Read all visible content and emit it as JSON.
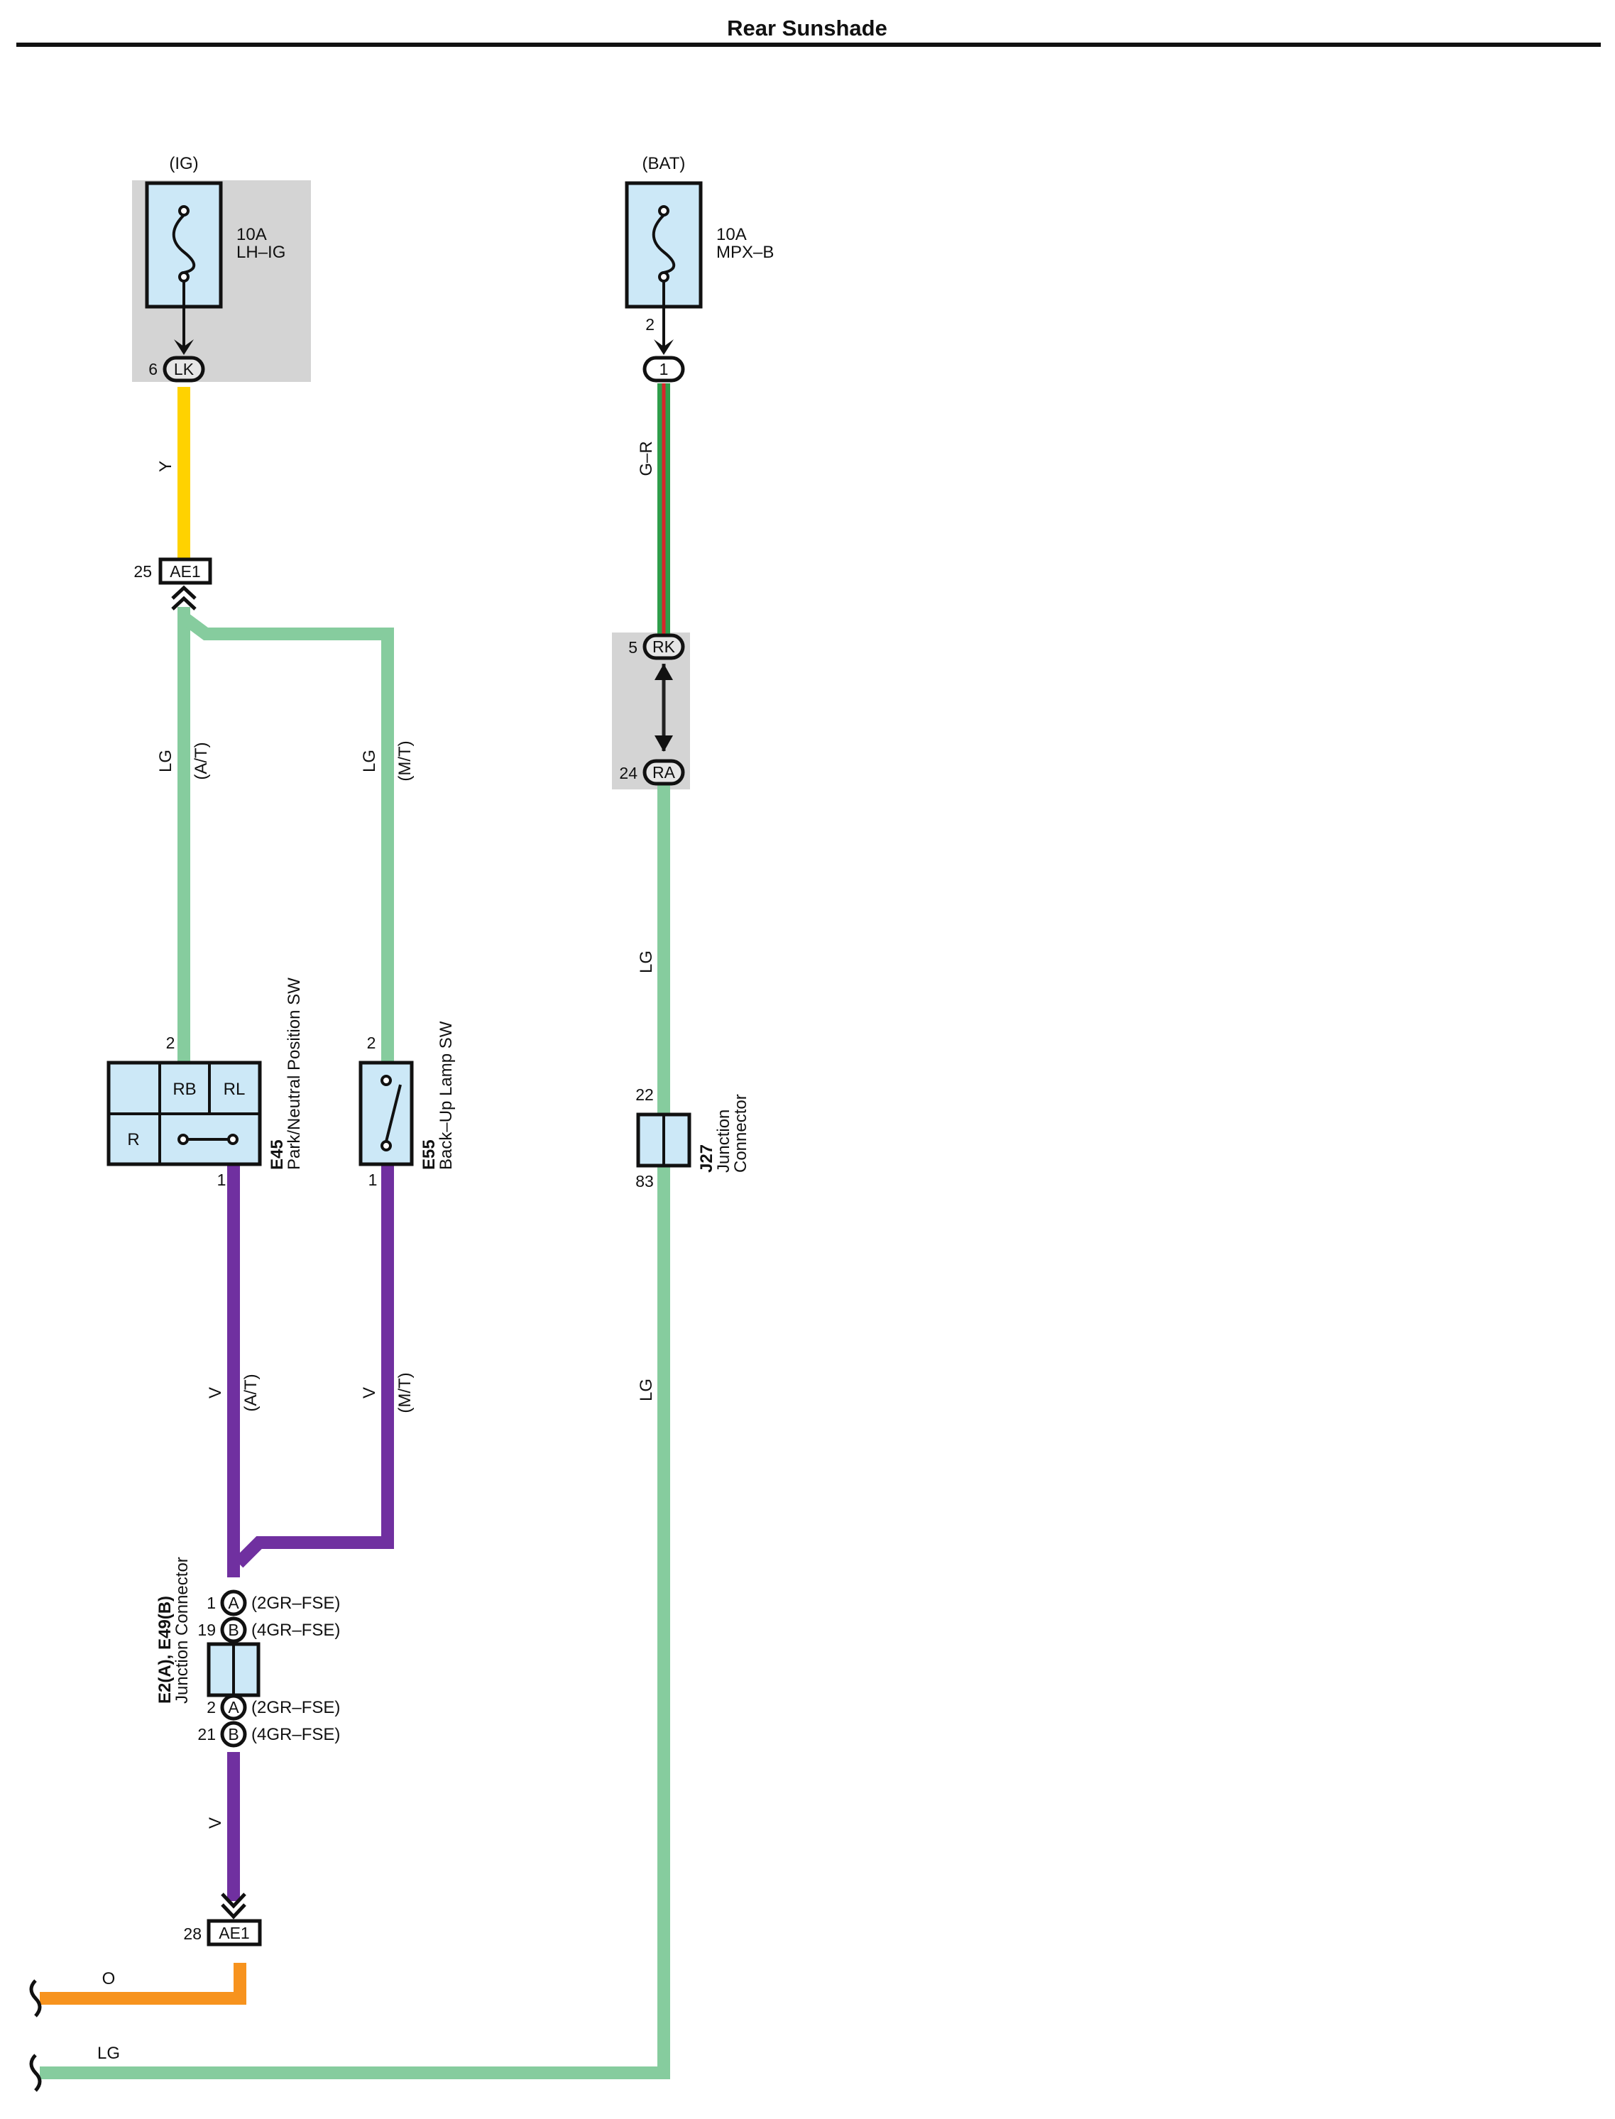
{
  "title": "Rear Sunshade",
  "colors": {
    "Y": "#ffd200",
    "LG": "#86cc9e",
    "V": "#7030a0",
    "O": "#f7931e",
    "G": "#2e9e4a",
    "R": "#d9262b",
    "component_fill": "#cce8f7",
    "relay_block": "#d4d4d4"
  },
  "sources": {
    "ig": {
      "label": "(IG)",
      "fuse_amp": "10A",
      "fuse_name": "LH–IG",
      "connector": "LK",
      "pin": "6"
    },
    "bat": {
      "label": "(BAT)",
      "fuse_amp": "10A",
      "fuse_name": "MPX–B",
      "pin_top": "2",
      "connector": "1"
    }
  },
  "wires": {
    "y": "Y",
    "lg_at": "LG",
    "at": "(A/T)",
    "lg_mt": "LG",
    "mt": "(M/T)",
    "gr": "G–R",
    "lg_mid": "LG",
    "lg_low": "LG",
    "v_at": "V",
    "v_mt": "V",
    "v_low": "V",
    "o_bottom": "O",
    "lg_bottom": "LG"
  },
  "connectors": {
    "ae1_top": {
      "pin": "25",
      "name": "AE1"
    },
    "rk": {
      "pin": "5",
      "name": "RK"
    },
    "ra": {
      "pin": "24",
      "name": "RA"
    },
    "ae1_bottom": {
      "pin": "28",
      "name": "AE1"
    }
  },
  "components": {
    "e45": {
      "id": "E45",
      "name": "Park/Neutral Position SW",
      "pin_top": "2",
      "pin_bottom": "1",
      "cells": [
        "RB",
        "RL",
        "R"
      ]
    },
    "e55": {
      "id": "E55",
      "name": "Back–Up Lamp SW",
      "pin_top": "2",
      "pin_bottom": "1"
    },
    "j27": {
      "id": "J27",
      "name_line1": "Junction",
      "name_line2": "Connector",
      "pin_top": "22",
      "pin_bottom": "83"
    },
    "e2": {
      "id": "E2(A), E49(B)",
      "name": "Junction Connector",
      "pins_top": [
        {
          "num": "1",
          "letter": "A",
          "note": "(2GR–FSE)"
        },
        {
          "num": "19",
          "letter": "B",
          "note": "(4GR–FSE)"
        }
      ],
      "pins_bottom": [
        {
          "num": "2",
          "letter": "A",
          "note": "(2GR–FSE)"
        },
        {
          "num": "21",
          "letter": "B",
          "note": "(4GR–FSE)"
        }
      ]
    }
  }
}
